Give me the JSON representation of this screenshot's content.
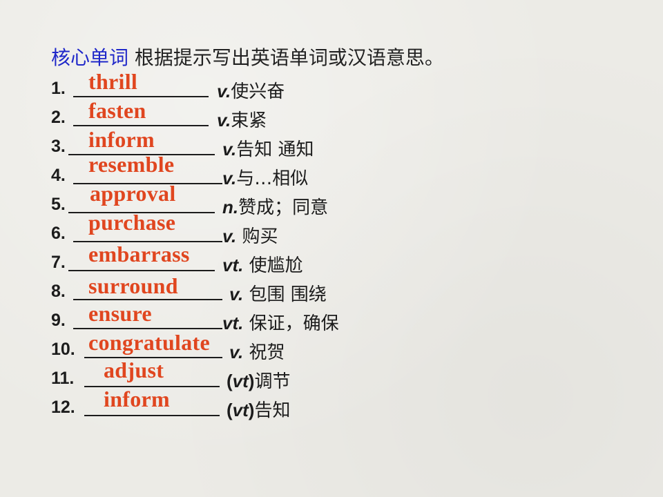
{
  "heading": {
    "label": "核心单词",
    "instruction": " 根据提示写出英语单词或汉语意思。"
  },
  "items": [
    {
      "num": "1.",
      "answer": "thrill",
      "abbr": "v.",
      "meaning": "使兴奋"
    },
    {
      "num": "2.",
      "answer": "fasten",
      "abbr": "v.",
      "meaning": "束紧"
    },
    {
      "num": "3.",
      "answer": "inform",
      "abbr": "v.",
      "meaning": "告知 通知"
    },
    {
      "num": "4.",
      "answer": "resemble",
      "abbr": "v.",
      "meaning": "与…相似"
    },
    {
      "num": "5.",
      "answer": "approval",
      "abbr": "n.",
      "meaning": "赞成；同意"
    },
    {
      "num": "6.",
      "answer": "purchase",
      "abbr": "v.",
      "meaning": " 购买"
    },
    {
      "num": "7.",
      "answer": "embarrass",
      "abbr": "vt.",
      "meaning": " 使尴尬"
    },
    {
      "num": "8.",
      "answer": "surround",
      "abbr": "v.",
      "meaning": " 包围 围绕"
    },
    {
      "num": "9.",
      "answer": "ensure",
      "abbr": "vt.",
      "meaning": " 保证，确保"
    },
    {
      "num": "10.",
      "answer": "congratulate",
      "abbr": "v.",
      "meaning": " 祝贺"
    },
    {
      "num": "11.",
      "answer": "adjust",
      "abbr": "vt",
      "meaning": "调节",
      "paren": true
    },
    {
      "num": "12.",
      "answer": "inform",
      "abbr": "vt",
      "meaning": "告知",
      "paren": true
    }
  ],
  "colors": {
    "label": "#1f27c9",
    "answer": "#e0461f",
    "text": "#1c1c1c",
    "background": "#ecebe6"
  }
}
